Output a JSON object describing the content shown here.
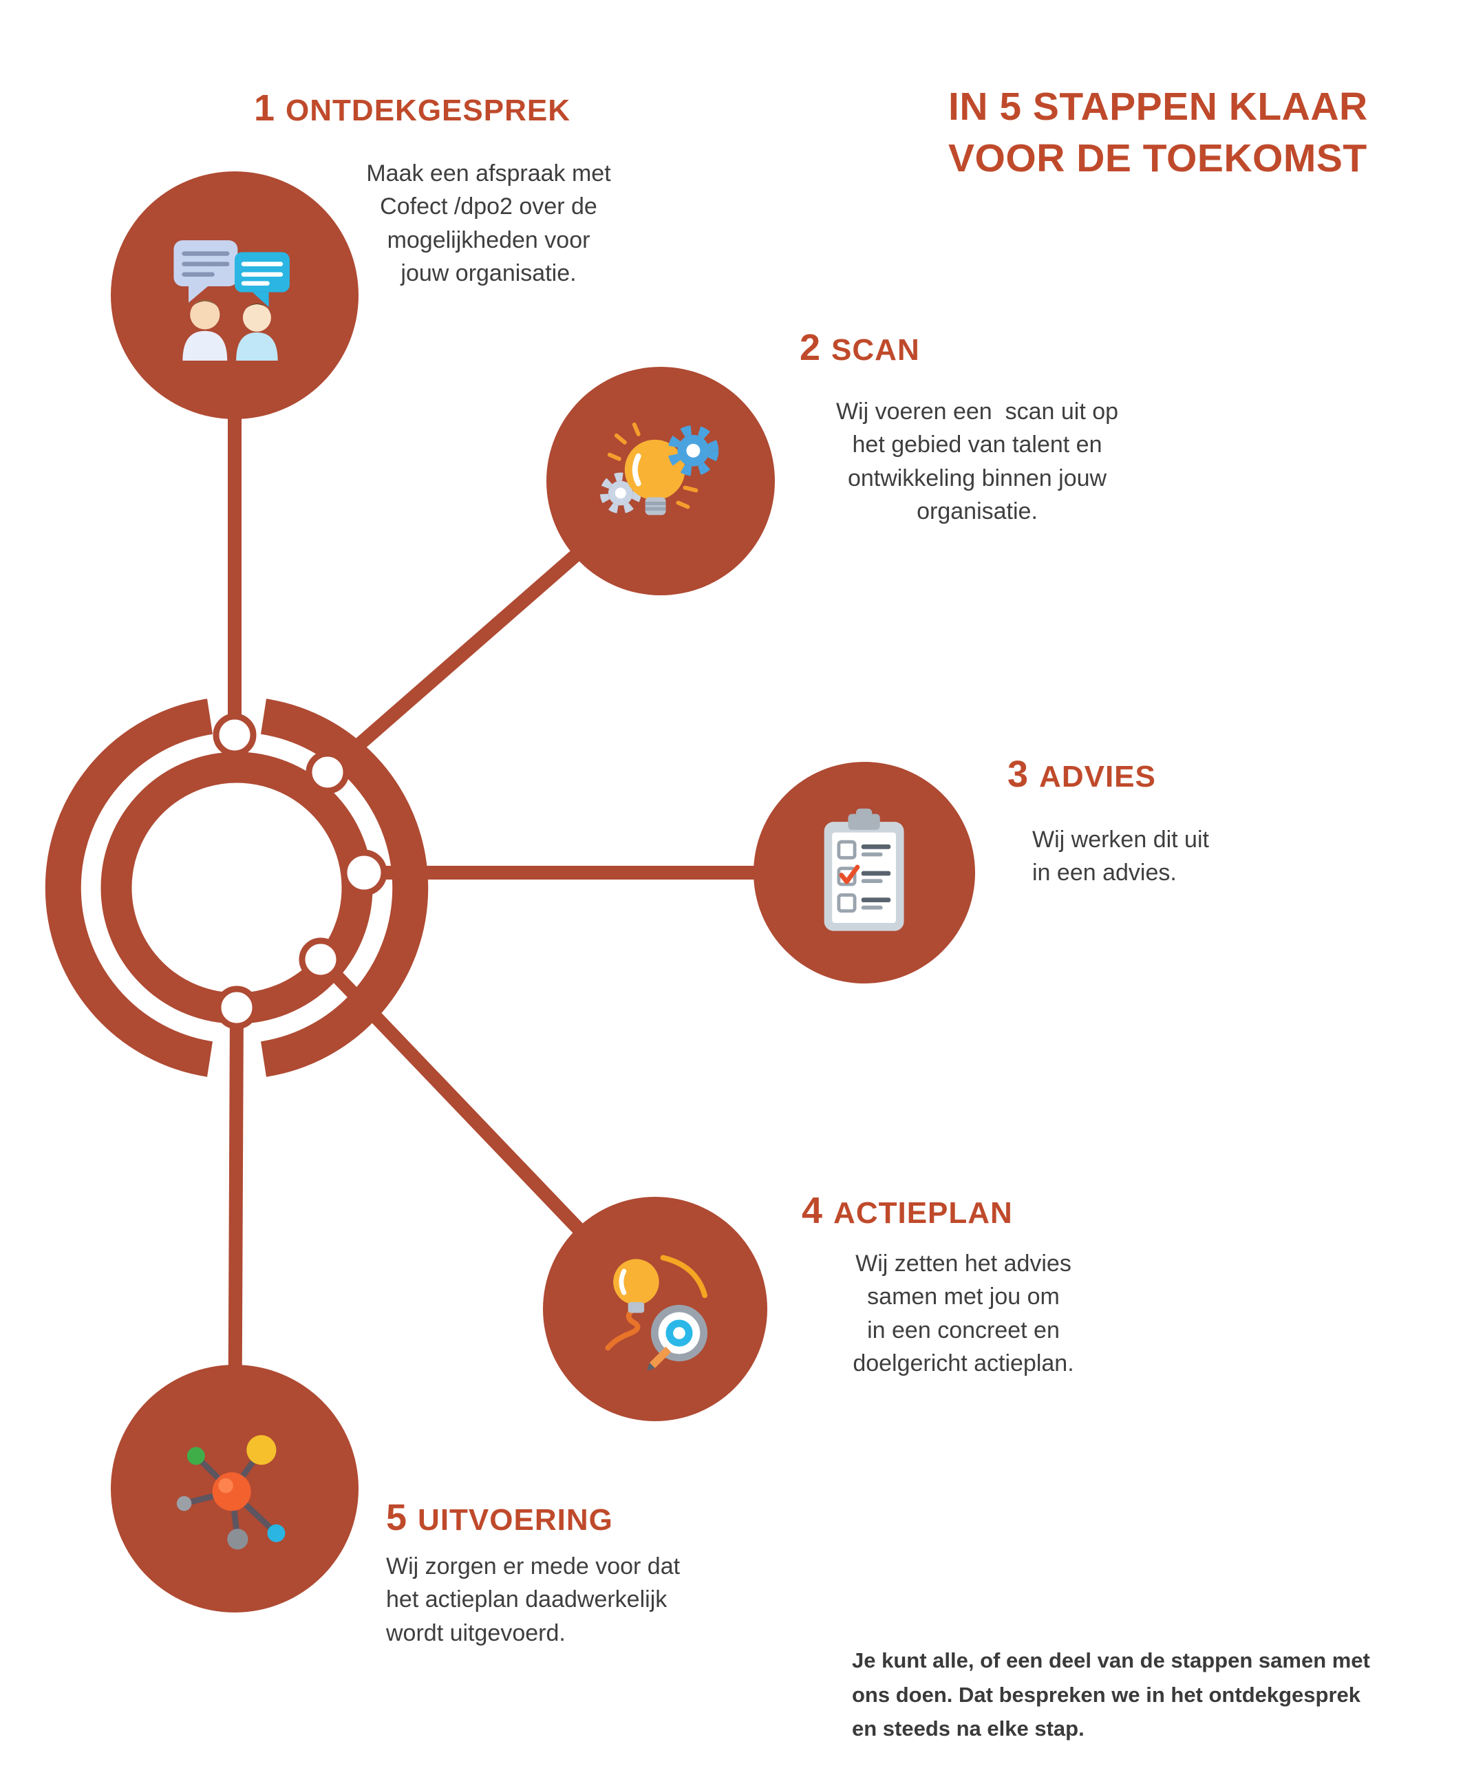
{
  "title": {
    "line1": "IN 5 STAPPEN KLAAR",
    "line2": "VOOR DE TOEKOMST"
  },
  "steps": [
    {
      "number": "1",
      "label": "ONTDEKGESPREK",
      "icon": "chat-icon",
      "description": "Maak een afspraak met\nCofect /dpo2 over de\nmogelijkheden voor\njouw organisatie."
    },
    {
      "number": "2",
      "label": "SCAN",
      "icon": "lightbulb-gears-icon",
      "description": "Wij voeren een  scan uit op\nhet gebied van talent en\nontwikkeling binnen jouw\norganisatie."
    },
    {
      "number": "3",
      "label": "ADVIES",
      "icon": "clipboard-checklist-icon",
      "description": "Wij werken dit uit\nin een advies."
    },
    {
      "number": "4",
      "label": "ACTIEPLAN",
      "icon": "lightbulb-target-icon",
      "description": "Wij zetten het advies\nsamen met jou om\nin een concreet en\ndoelgericht actieplan."
    },
    {
      "number": "5",
      "label": "UITVOERING",
      "icon": "network-icon",
      "description": "Wij zorgen er mede voor dat\nhet actieplan daadwerkelijk\nwordt uitgevoerd."
    }
  ],
  "footer": {
    "note": "Je kunt alle, of een deel van de stappen samen met\nons doen. Dat bespreken we in het ontdekgesprek\nen steeds na elke stap."
  },
  "colors": {
    "accent": "#AF4A33",
    "heading": "#BF4A2B",
    "body-text": "#3E3E3E"
  }
}
